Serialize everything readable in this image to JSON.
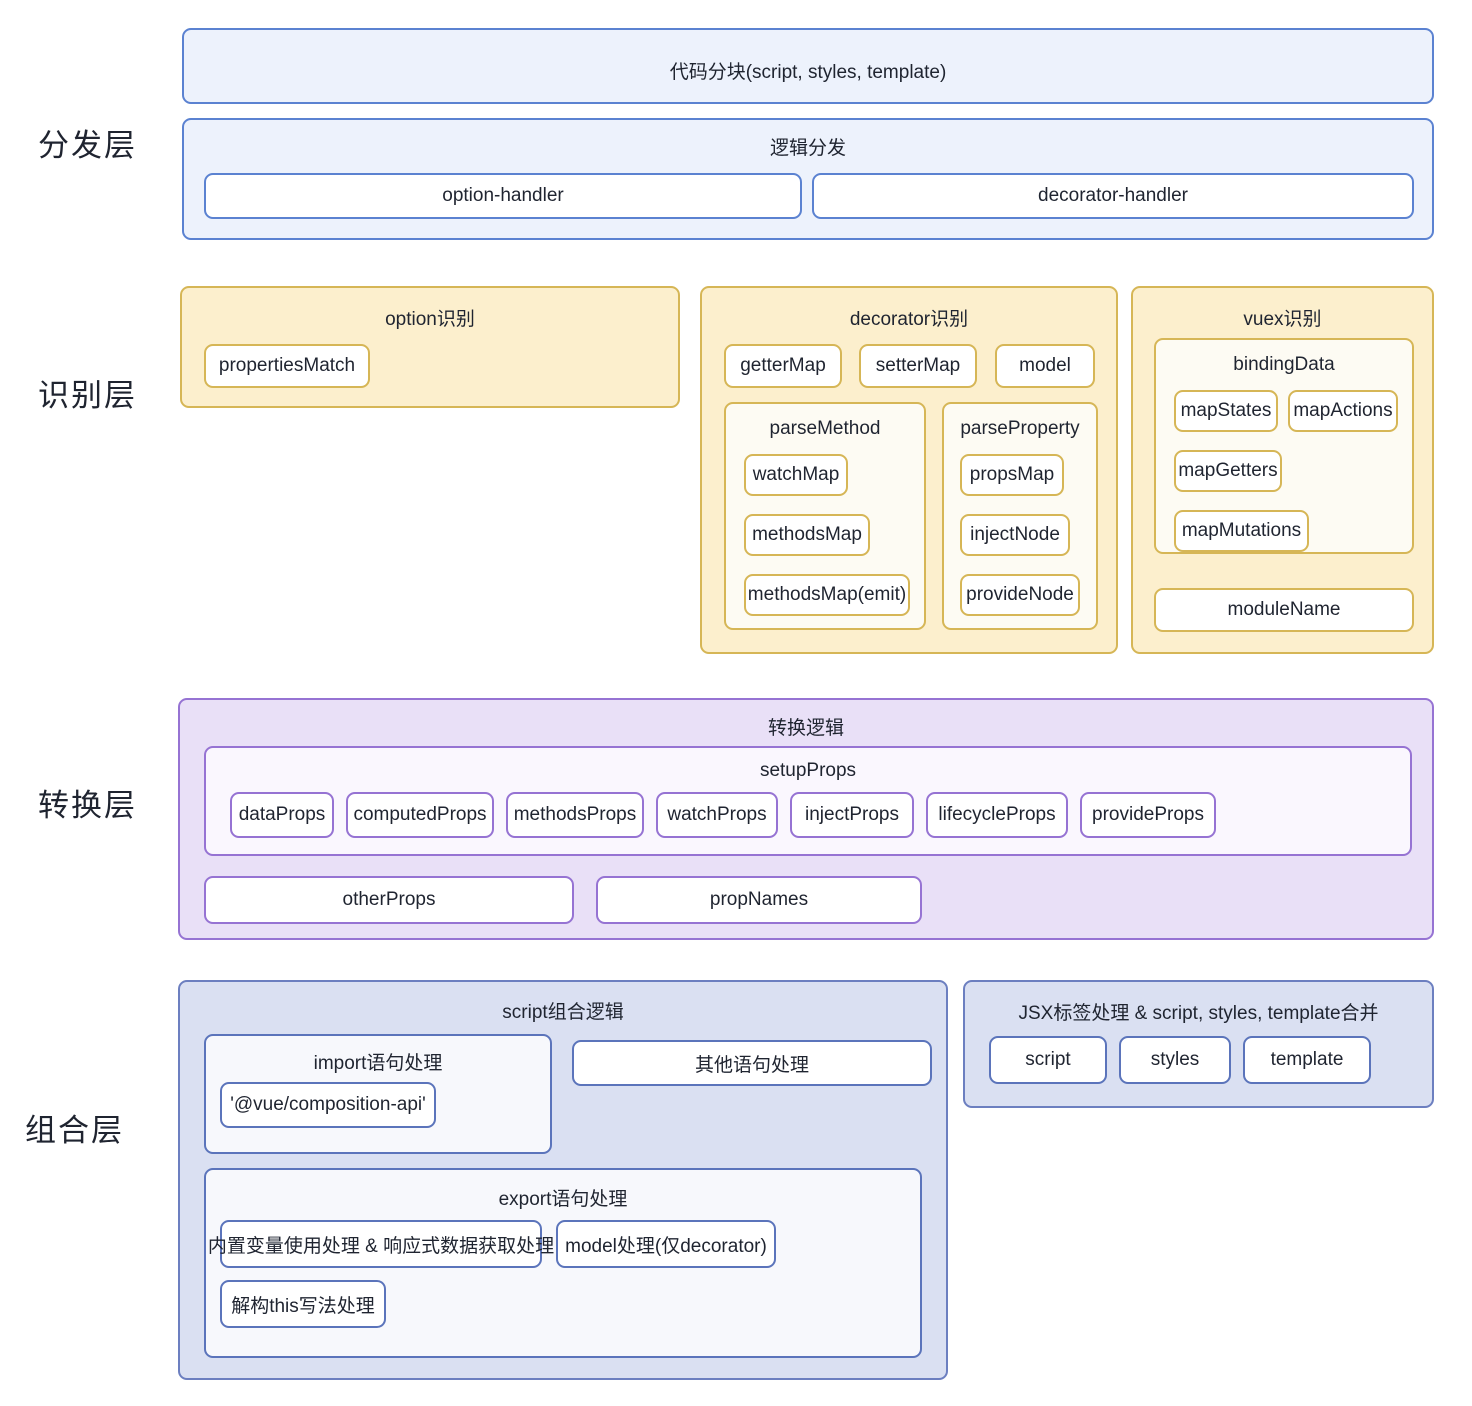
{
  "layers": [
    {
      "label": "分发层"
    },
    {
      "label": "识别层"
    },
    {
      "label": "转换层"
    },
    {
      "label": "组合层"
    }
  ],
  "dispatch": {
    "code_split": "代码分块(script, styles, template)",
    "logic_dispatch_title": "逻辑分发",
    "handlers": [
      {
        "label": "option-handler"
      },
      {
        "label": "decorator-handler"
      }
    ]
  },
  "recognition": {
    "option": {
      "title": "option识别",
      "items": [
        {
          "label": "propertiesMatch"
        }
      ]
    },
    "decorator": {
      "title": "decorator识别",
      "top_items": [
        {
          "label": "getterMap"
        },
        {
          "label": "setterMap"
        },
        {
          "label": "model"
        }
      ],
      "parse_method": {
        "title": "parseMethod",
        "items": [
          {
            "label": "watchMap"
          },
          {
            "label": "methodsMap"
          },
          {
            "label": "methodsMap(emit)"
          }
        ]
      },
      "parse_property": {
        "title": "parseProperty",
        "items": [
          {
            "label": "propsMap"
          },
          {
            "label": "injectNode"
          },
          {
            "label": "provideNode"
          }
        ]
      }
    },
    "vuex": {
      "title": "vuex识别",
      "binding_data": {
        "title": "bindingData",
        "items": [
          {
            "label": "mapStates"
          },
          {
            "label": "mapActions"
          },
          {
            "label": "mapGetters"
          },
          {
            "label": "mapMutations"
          }
        ]
      },
      "module_name": "moduleName"
    }
  },
  "transform": {
    "title": "转换逻辑",
    "setup_props": {
      "title": "setupProps",
      "items": [
        {
          "label": "dataProps"
        },
        {
          "label": "computedProps"
        },
        {
          "label": "methodsProps"
        },
        {
          "label": "watchProps"
        },
        {
          "label": "injectProps"
        },
        {
          "label": "lifecycleProps"
        },
        {
          "label": "provideProps"
        }
      ]
    },
    "bottom_items": [
      {
        "label": "otherProps"
      },
      {
        "label": "propNames"
      }
    ]
  },
  "compose": {
    "script_logic": {
      "title": "script组合逻辑",
      "import_block": {
        "title": "import语句处理",
        "items": [
          {
            "label": "'@vue/composition-api'"
          }
        ]
      },
      "other_statements": "其他语句处理",
      "export_block": {
        "title": "export语句处理",
        "items": [
          {
            "label": "内置变量使用处理 & 响应式数据获取处理"
          },
          {
            "label": "model处理(仅decorator)"
          },
          {
            "label": "解构this写法处理"
          }
        ]
      }
    },
    "jsx_block": {
      "title": "JSX标签处理 & script, styles, template合并",
      "items": [
        {
          "label": "script"
        },
        {
          "label": "styles"
        },
        {
          "label": "template"
        }
      ]
    }
  },
  "colors": {
    "dispatch_border": "#5b82d1",
    "dispatch_fill": "#edf2fc",
    "recognition_border": "#d6b656",
    "recognition_fill": "#fcefcd",
    "transform_border": "#9673d3",
    "transform_fill": "#e9e0f7",
    "compose_border": "#6c7fc0",
    "compose_fill": "#dae0f2"
  }
}
